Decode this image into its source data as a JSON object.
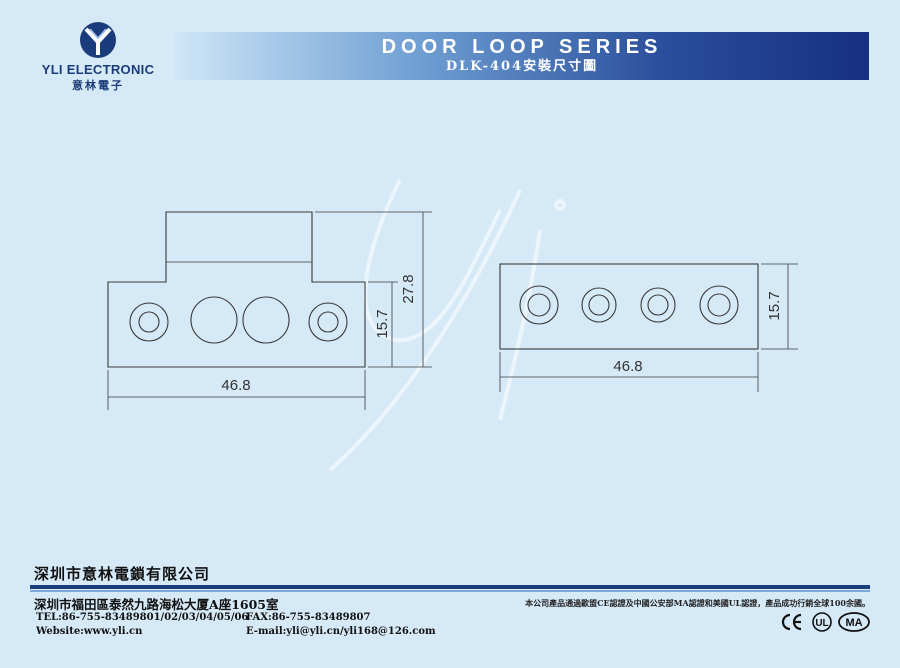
{
  "header": {
    "brand_en": "YLI ELECTRONIC",
    "brand_cn": "意林電子",
    "title": "DOOR LOOP SERIES",
    "subtitle": "DLK-404安裝尺寸圖"
  },
  "drawing": {
    "left_view": {
      "width_dim": "46.8",
      "body_height_dim": "15.7",
      "total_height_dim": "27.8"
    },
    "right_view": {
      "width_dim": "46.8",
      "height_dim": "15.7"
    }
  },
  "footer": {
    "company": "深圳市意林電鎖有限公司",
    "address": "深圳市福田區泰然九路海松大厦A座1605室",
    "tel": "TEL:86-755-83489801/02/03/04/05/06",
    "fax": "FAX:86-755-83489807",
    "website": "Website:www.yli.cn",
    "email": "E-mail:yli@yli.cn/yli168@126.com",
    "note": "本公司產品通過歐盟CE認證及中國公安部MA認證和美國UL認證，產品成功行銷全球100余國。"
  },
  "certifications": [
    "CE",
    "UL",
    "MA"
  ],
  "colors": {
    "background": "#d6e9f7",
    "brand": "#1b3c7a",
    "line": "#3a3a3a"
  }
}
